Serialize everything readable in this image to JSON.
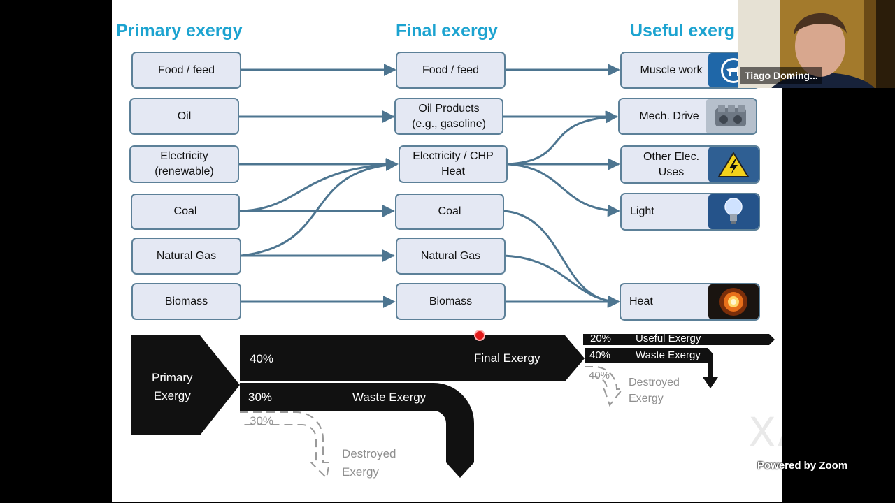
{
  "columns": {
    "primary": "Primary exergy",
    "final": "Final exergy",
    "useful": "Useful exerg"
  },
  "primary": [
    "Food / feed",
    "Oil",
    "Electricity\n(renewable)",
    "Coal",
    "Natural Gas",
    "Biomass"
  ],
  "final": [
    "Food / feed",
    "Oil Products\n(e.g., gasoline)",
    "Electricity / CHP\nHeat",
    "Coal",
    "Natural Gas",
    "Biomass"
  ],
  "useful": [
    {
      "label": "Muscle work",
      "icon": "horse-icon"
    },
    {
      "label": "Mech. Drive",
      "icon": "engine-icon"
    },
    {
      "label": "Other Elec.\nUses",
      "icon": "high-voltage-icon"
    },
    {
      "label": "Light",
      "icon": "light-bulb-icon"
    },
    {
      "label": "Heat",
      "icon": "fire-icon"
    }
  ],
  "sankey": {
    "primary_label": "Primary\nExergy",
    "final_pct": "40%",
    "final_label": "Final Exergy",
    "waste_pct": "30%",
    "waste_label": "Waste Exergy",
    "destroyed_pct": "30%",
    "destroyed_label": "Destroyed\nExergy",
    "useful_pct": "20%",
    "useful_label": "Useful Exergy",
    "waste2_pct": "40%",
    "waste2_label": "Waste Exergy",
    "destroyed2_pct": "40%",
    "destroyed2_label": "Destroyed\nExergy"
  },
  "watermark": "XAS",
  "zoom": {
    "participant_name": "Tiago Doming...",
    "brand": "Powered by Zoom"
  },
  "colors": {
    "title": "#1ca3d0",
    "box_fill": "#e4e8f3",
    "box_border": "#5c8098",
    "arrow": "#4d7590",
    "sankey": "#111111"
  }
}
